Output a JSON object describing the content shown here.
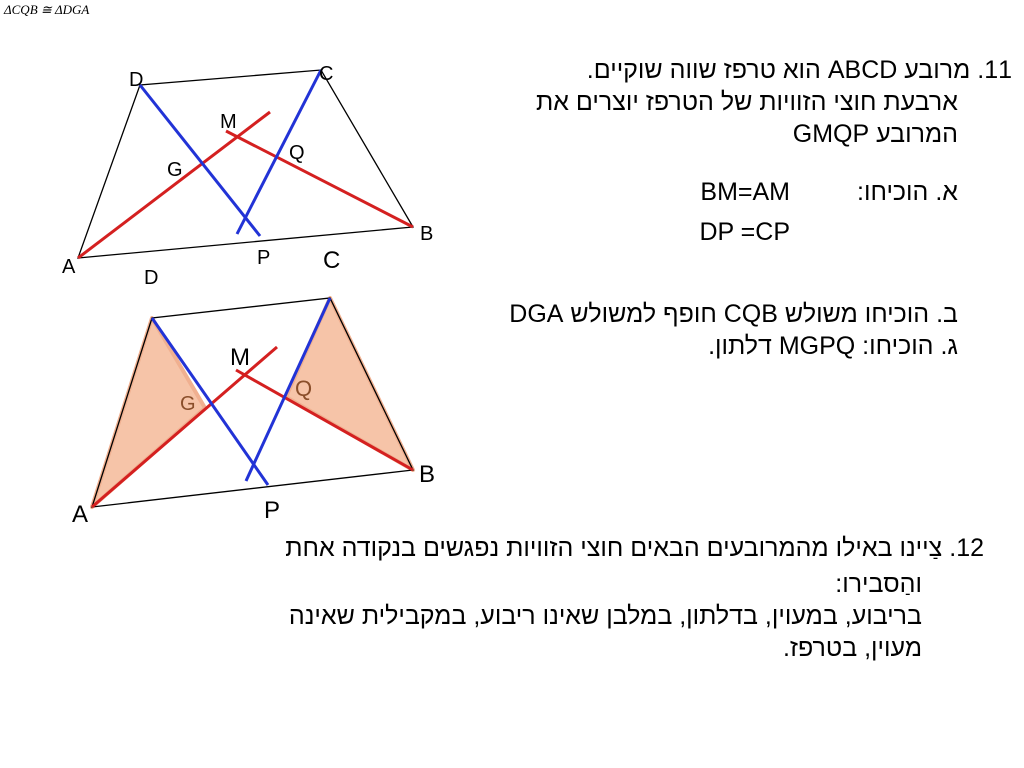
{
  "top_formula": "ΔCQB ≅ ΔDGA",
  "figure1": {
    "labels": {
      "D": "D",
      "C": "C",
      "M": "M",
      "Q": "Q",
      "G": "G",
      "B": "B",
      "A": "A",
      "P": "P",
      "side_C": "C",
      "side_D": "D"
    }
  },
  "figure2": {
    "labels": {
      "M": "M",
      "Q": "Q",
      "G": "G",
      "B": "B",
      "A": "A",
      "P": "P"
    }
  },
  "colors": {
    "bisector_red": "#d42020",
    "bisector_blue": "#2233d6",
    "triangle_fill": "#f6c4a8",
    "outline": "#000000"
  },
  "problem11": {
    "line1": "11. מרובע ABCD הוא טרפז שווה שוקיים.",
    "line2": "ארבעת חוצי הזוויות של הטרפז יוצרים את",
    "line3": "המרובע GMQP",
    "line4_prefix": "א. הוכיחו:",
    "line4_eq": "BM=AM",
    "line5_eq": "DP =CP",
    "line6": "ב. הוכיחו משולש CQB חופף למשולש DGA",
    "line7": "ג. הוכיחו:  MGPQ דלתון."
  },
  "problem12": {
    "line1": "12. צַיינו באילו מהמרובעים הבאים חוצי הזוויות נפגשים בנקודה אחת",
    "line2": "והַסבירו:",
    "line3": "בריבוע, במעוין, בדלתון, במלבן שאינו ריבוע, במקבילית שאינה",
    "line4": "מעוין,  בטרפז."
  }
}
